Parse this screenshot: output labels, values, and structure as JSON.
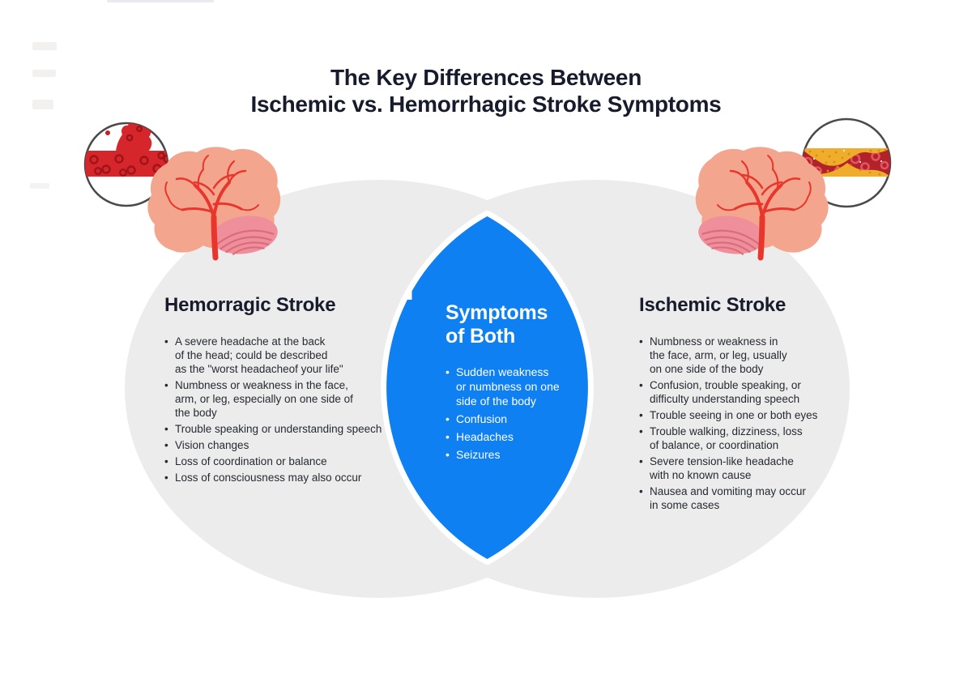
{
  "title": {
    "line1": "The Key Differences Between",
    "line2": "Ischemic vs. Hemorrhagic Stroke Symptoms"
  },
  "venn": {
    "left": {
      "heading": "Hemorragic Stroke",
      "bullets": [
        "A severe headache at the back\nof the head; could be described\nas the \"worst headacheof your life\"",
        "Numbness or weakness in the face,\narm, or leg, especially on one side of\nthe body",
        "Trouble speaking or understanding speech",
        "Vision changes",
        "Loss of coordination or balance",
        "Loss of consciousness may also occur"
      ]
    },
    "center": {
      "heading": "Symptoms\nof Both",
      "bullets": [
        "Sudden weakness\nor numbness on one\nside of the body",
        "Confusion",
        "Headaches",
        "Seizures"
      ]
    },
    "right": {
      "heading": "Ischemic Stroke",
      "bullets": [
        "Numbness or weakness in\nthe face, arm, or leg, usually\non one side of the body",
        "Confusion, trouble speaking, or\ndifficulty understanding speech",
        "Trouble seeing in one or both eyes",
        "Trouble walking, dizziness, loss\nof balance, or coordination",
        "Severe tension-like headache\nwith no known cause",
        "Nausea and vomiting may occur\nin some cases"
      ]
    }
  },
  "icons": {
    "left_vessel": "ruptured-vessel-icon",
    "left_brain": "hemorrhagic-brain-icon",
    "right_vessel": "clogged-vessel-icon",
    "right_brain": "ischemic-brain-icon"
  },
  "colors": {
    "accent_blue": "#0E80F2",
    "circle_gray": "#ECECEC",
    "heading_dark": "#171B2C",
    "body_text": "#262A31",
    "brain_salmon": "#F4A58E",
    "artery_red": "#E8362C",
    "vessel_red": "#D5262B",
    "vessel_dark_red": "#B2222A",
    "plaque_yellow": "#F0AC2B",
    "cerebellum_pink": "#EF8F9B"
  }
}
